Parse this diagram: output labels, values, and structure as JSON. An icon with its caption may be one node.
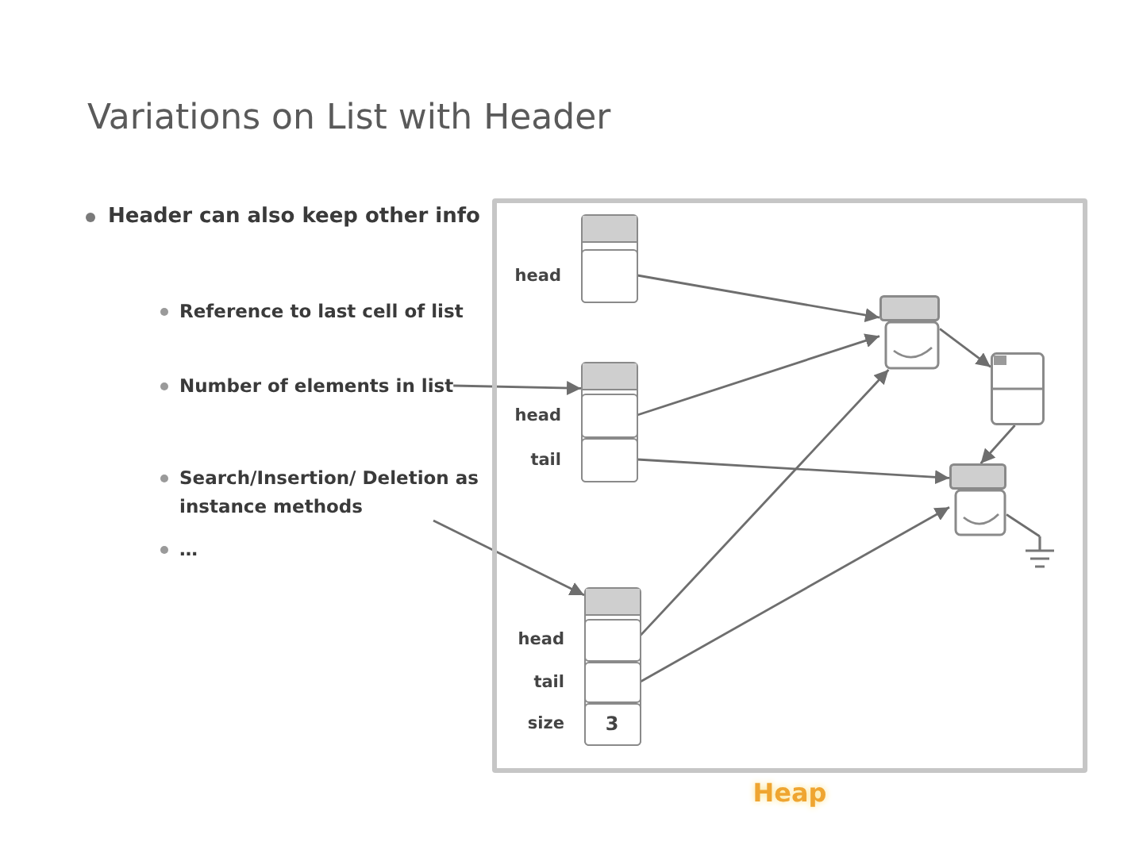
{
  "diagram": {
    "title": "Variations on List with Header",
    "nodes": [
      {
        "text": [
          "Number of elements in list"
        ]
      },
      {
        "text": [
          "Search/Insertion/ Deletion as instance methods"
        ]
      },
      {
        "text": [
          "Heap"
        ]
      },
      {
        "text": [],
        "shape": "box",
        "in": 2
      },
      {
        "text": [],
        "shape": "box",
        "beside": [
          "head"
        ],
        "in": 3
      },
      {
        "text": [],
        "shape": "box",
        "in": 2
      },
      {
        "text": [],
        "shape": "box",
        "beside": [
          "head"
        ],
        "in": 5
      },
      {
        "text": [],
        "shape": "box",
        "beside": [
          "tail"
        ],
        "in": 5
      },
      {
        "text": [],
        "shape": "box",
        "in": 2
      },
      {
        "text": [],
        "shape": "box",
        "beside": [
          "head"
        ],
        "in": 8
      },
      {
        "text": [],
        "shape": "box",
        "beside": [
          "tail"
        ],
        "in": 8
      },
      {
        "text": [
          "3"
        ],
        "beside": [
          "size"
        ],
        "in": 8
      },
      {
        "text": [],
        "shape": "box",
        "in": 2
      },
      {
        "text": [],
        "shape": "box",
        "in": 2
      },
      {
        "text": [],
        "shape": "box",
        "in": 2
      },
      {
        "text": [],
        "shape": "ground",
        "in": 2
      }
    ],
    "edges": [
      {
        "from": 4,
        "to": 12,
        "arrow": "to"
      },
      {
        "from": 6,
        "to": 12,
        "arrow": "to"
      },
      {
        "from": 7,
        "to": 14,
        "arrow": "to"
      },
      {
        "from": 9,
        "to": 12,
        "arrow": "to"
      },
      {
        "from": 10,
        "to": 14,
        "arrow": "to"
      },
      {
        "from": 12,
        "to": 13,
        "arrow": "to"
      },
      {
        "from": 13,
        "to": 14,
        "arrow": "to"
      },
      {
        "from": 14,
        "to": 15,
        "arrow": "none"
      },
      {
        "from": 0,
        "to": 5,
        "arrow": "to"
      },
      {
        "from": 1,
        "to": 8,
        "arrow": "to"
      }
    ],
    "labels": [
      "Header can also keep other info",
      "Reference to last cell of list",
      "…"
    ]
  }
}
